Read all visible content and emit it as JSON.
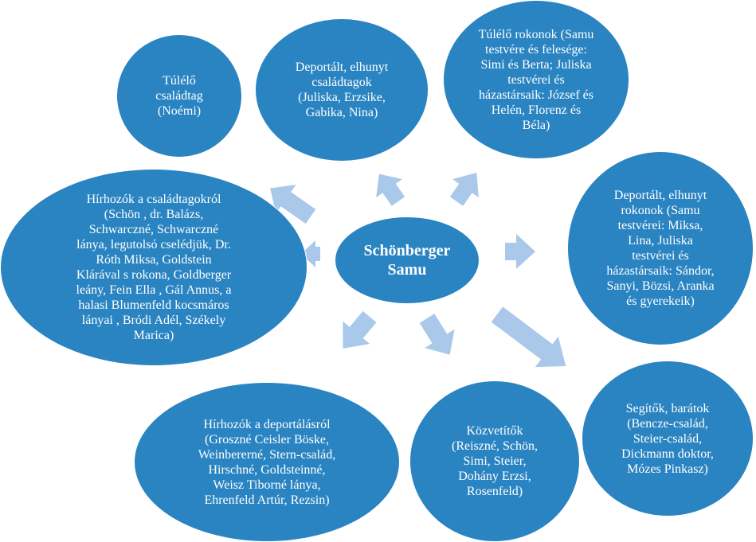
{
  "diagram": {
    "center": "Schönberger\nSamu",
    "nodes": {
      "survivor": "Túlélő\ncsaládtag\n(Noémi)",
      "deported_family": "Deportált, elhunyt\ncsaládtagok\n(Juliska, Erzsike,\nGabika, Nina)",
      "surviving_relatives": "Túlélő rokonok (Samu\ntestvére és felesége:\nSimi és Berta; Juliska\ntestvérei és\nházastársaik: József és\nHelén, Florenz és\nBéla)",
      "deported_relatives": "Deportált, elhunyt\nrokonok (Samu\ntestvérei: Miksa,\nLina, Juliska\ntestvérei és\nházastársaik: Sándor,\nSanyi, Bözsi, Aranka\nés gyerekeik)",
      "news_family": "Hírhozók a családtagokról\n(Schön , dr. Balázs,\nSchwarczné, Schwarczné\nlánya, legutolsó cselédjük, Dr.\nRóth Miksa, Goldstein\nKlárával s rokona, Goldberger\nleány, Fein Ella , Gál Annus, a\nhalasi Blumenfeld kocsmáros\nlányai , Bródi Adél, Székely\nMarica)",
      "helpers": "Segítők, barátok\n(Bencze-család,\nSteier-család,\nDickmann doktor,\nMózes Pinkasz)",
      "intermediaries": "Közvetítők\n(Reiszné, Schön,\nSimi, Steier,\nDohány Erzsi,\nRosenfeld)",
      "news_deportation": "Hírhozók a deportálásról\n(Groszné Ceisler Böske,\nWeinbererné, Stern-család,\nHirschné, Goldsteinné,\nWeisz Tiborné lánya,\nEhrenfeld Artúr, Rezsin)"
    }
  },
  "colors": {
    "node_fill": "#2a84c2",
    "arrow_fill": "#a9c8ea",
    "text": "#ffffff"
  }
}
